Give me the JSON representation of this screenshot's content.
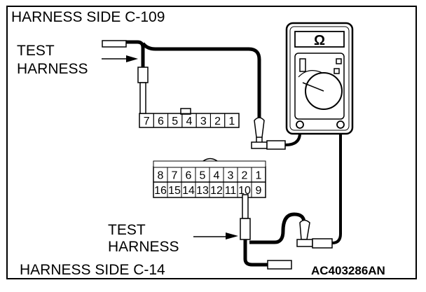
{
  "labels": {
    "harness_side_top": "HARNESS SIDE C-109",
    "test_harness_top_line1": "TEST",
    "test_harness_top_line2": "HARNESS",
    "test_harness_bottom_line1": "TEST",
    "test_harness_bottom_line2": "HARNESS",
    "harness_side_bottom": "HARNESS SIDE C-14",
    "figure_code": "AC403286AN"
  },
  "connector_c109": {
    "pins": [
      "7",
      "6",
      "5",
      "4",
      "3",
      "2",
      "1"
    ]
  },
  "connector_c14": {
    "top_row": [
      "8",
      "7",
      "6",
      "5",
      "4",
      "3",
      "2",
      "1"
    ],
    "bottom_row": [
      "16",
      "15",
      "14",
      "13",
      "12",
      "11",
      "10",
      "9"
    ]
  },
  "meter": {
    "symbol": "Ω",
    "icon": "ohmmeter-icon"
  },
  "colors": {
    "line": "#000000",
    "background": "#ffffff"
  }
}
